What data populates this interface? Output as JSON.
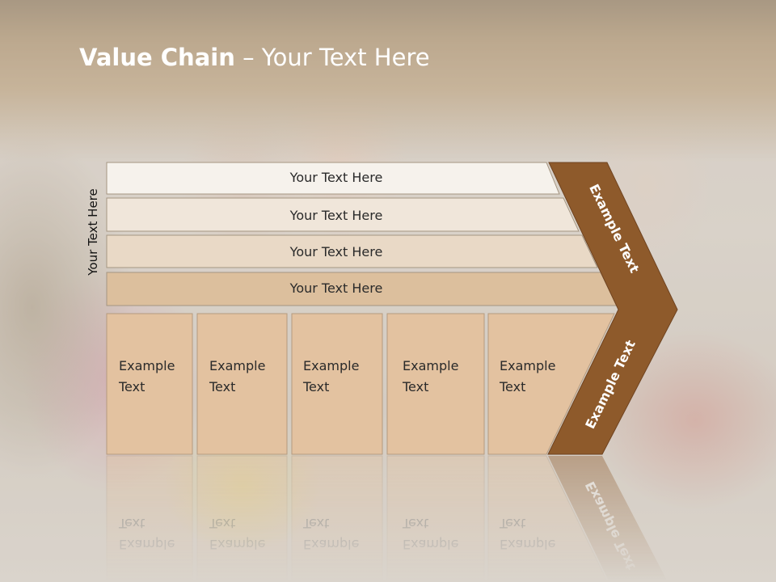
{
  "title": {
    "bold": "Value Chain",
    "rest": " – Your Text Here"
  },
  "side_label": "Your Text Here",
  "bars": [
    "Your Text Here",
    "Your Text Here",
    "Your Text Here",
    "Your Text Here"
  ],
  "boxes": [
    {
      "line1": "Example",
      "line2": "Text"
    },
    {
      "line1": "Example",
      "line2": "Text"
    },
    {
      "line1": "Example",
      "line2": "Text"
    },
    {
      "line1": "Example",
      "line2": "Text"
    },
    {
      "line1": "Example",
      "line2": "Text"
    }
  ],
  "arrow": {
    "top_label": "Example Text",
    "bottom_label": "Example Text"
  },
  "colors": {
    "bar_fills": [
      "#f6f2ec",
      "#f0e6da",
      "#e9d9c6",
      "#dcbf9d"
    ],
    "box_fill": "#e3c2a0",
    "arrow_fill": "#8e5a2b",
    "title": "#ffffff"
  }
}
